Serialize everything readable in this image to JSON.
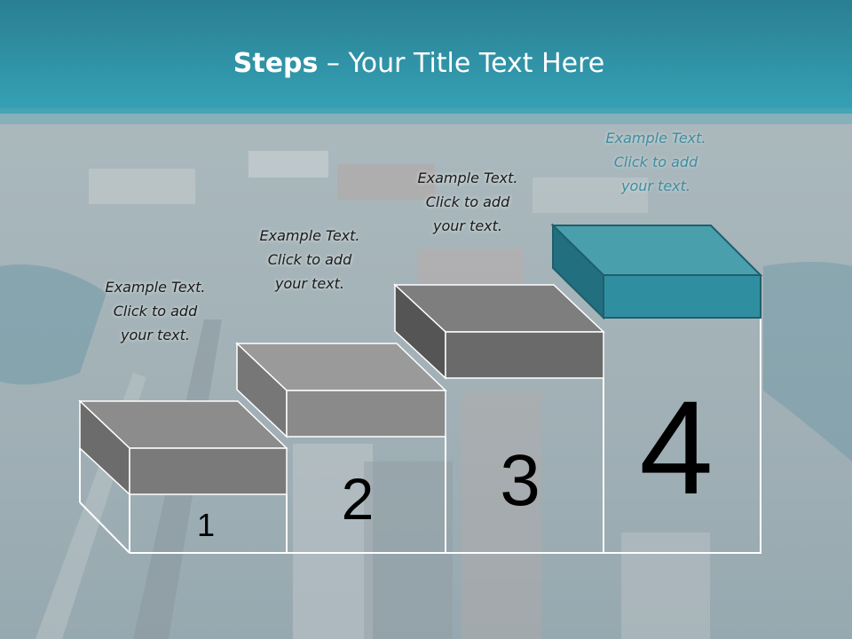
{
  "slide": {
    "title_bold": "Steps",
    "title_rest": " – Your Title Text Here"
  },
  "colors": {
    "header": "#2a8ea2",
    "step_gray_top": "#8c8c8c",
    "step_gray_front": "#777777",
    "step_teal_top": "#4a9fad",
    "step_teal_front": "#2f8fa0"
  },
  "steps": [
    {
      "number": "1",
      "line1": "Example Text.",
      "line2": "Click  to add",
      "line3": "your text."
    },
    {
      "number": "2",
      "line1": "Example Text.",
      "line2": "Click  to add",
      "line3": "your text."
    },
    {
      "number": "3",
      "line1": "Example Text.",
      "line2": "Click  to add",
      "line3": "your text."
    },
    {
      "number": "4",
      "line1": "Example Text.",
      "line2": "Click  to add",
      "line3": "your text."
    }
  ]
}
